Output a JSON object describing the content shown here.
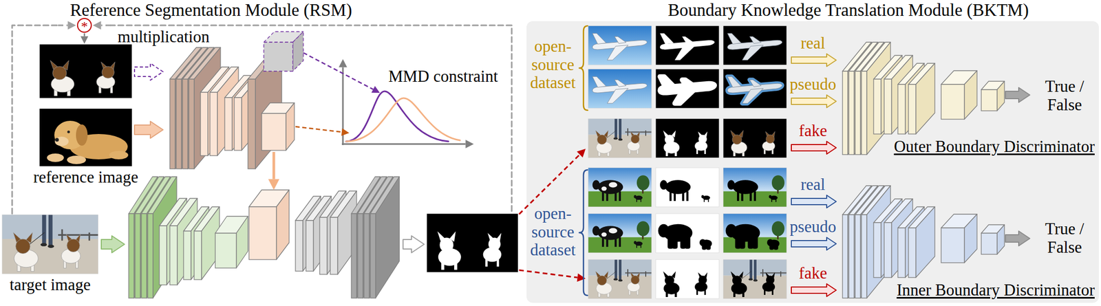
{
  "diagram": {
    "nodes": [
      {
        "text": [
          "*"
        ]
      },
      {
        "text": [
          "reference image"
        ]
      },
      {
        "text": [
          "target image"
        ]
      },
      {
        "text": [
          "Boundary Knowledge Translation Module (BKTM)"
        ]
      },
      {
        "text": [
          "Outer Boundary Discriminator"
        ],
        "in": 3
      },
      {
        "text": [
          "Inner Boundary Discriminator"
        ],
        "in": 3
      }
    ],
    "labels": [
      "Reference Segmentation Module (RSM)",
      "multiplication",
      "MMD constraint",
      "open- source dataset",
      "real",
      "pseudo",
      "fake",
      "True / False",
      "open- source dataset",
      "real",
      "pseudo",
      "fake",
      "True / False"
    ]
  }
}
